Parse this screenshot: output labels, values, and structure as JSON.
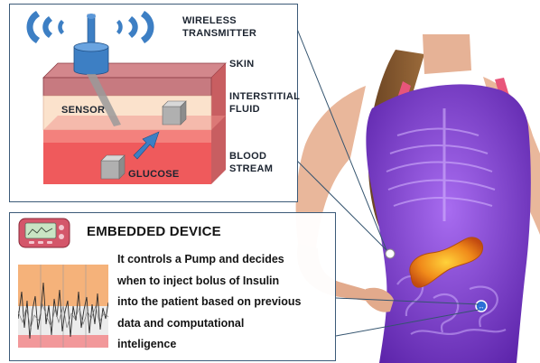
{
  "sensor_diagram": {
    "wireless_label_line1": "WIRELESS",
    "wireless_label_line2": "TRANSMITTER",
    "skin_label": "SKIN",
    "interstitial_label_line1": "INTERSTITIAL",
    "interstitial_label_line2": "FLUID",
    "blood_label_line1": "BLOOD",
    "blood_label_line2": "STREAM",
    "sensor_label": "SENSOR",
    "glucose_label": "GLUCOSE"
  },
  "device_panel": {
    "heading": "EMBEDDED DEVICE",
    "description": [
      "It controls a Pump and decides",
      "when to inject bolus of Insulin",
      "into the patient based on previous",
      "data and computational",
      "inteligence"
    ]
  },
  "colors": {
    "skin_layer": "#c77a80",
    "interstitial_layer": "#fbe2cc",
    "blood_layer": "#ef5a5c",
    "wave": "#3d7fc4",
    "arrow": "#3d7fc4",
    "torso_overlay": "#8a3fd0",
    "pancreas": "#f08a1a"
  }
}
